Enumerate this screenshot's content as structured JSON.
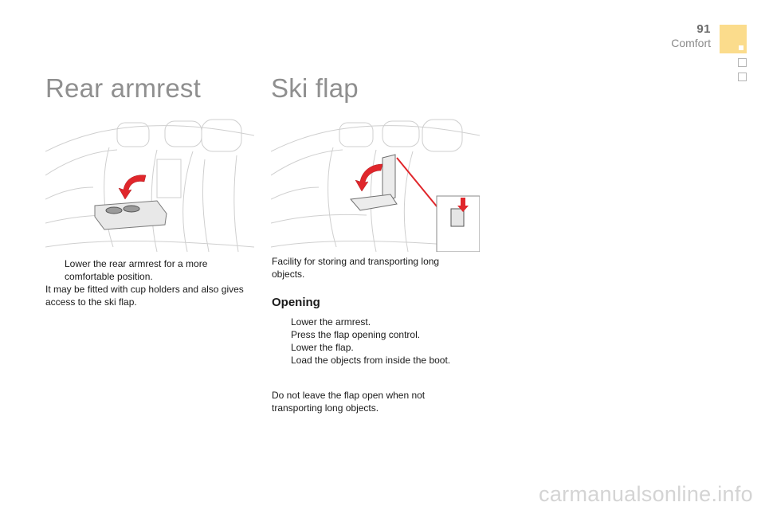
{
  "header": {
    "page_number": "91",
    "section": "Comfort"
  },
  "rear_armrest": {
    "title": "Rear armrest",
    "bullet": "Lower the rear armrest for a more comfortable position.",
    "note": "It may be fitted with cup holders and also gives access to the ski flap."
  },
  "ski_flap": {
    "title": "Ski flap",
    "intro": "Facility for storing and transporting long objects.",
    "opening_heading": "Opening",
    "steps": [
      "Lower the armrest.",
      "Press the flap opening control.",
      "Lower the flap.",
      "Load the objects from inside the boot."
    ],
    "note": "Do not leave the flap open when not transporting long objects."
  },
  "bullet_glyph": "",
  "colors": {
    "tab_accent": "#fbdc8c",
    "arrow_red": "#e0262b"
  },
  "watermark": "carmanualsonline.info"
}
